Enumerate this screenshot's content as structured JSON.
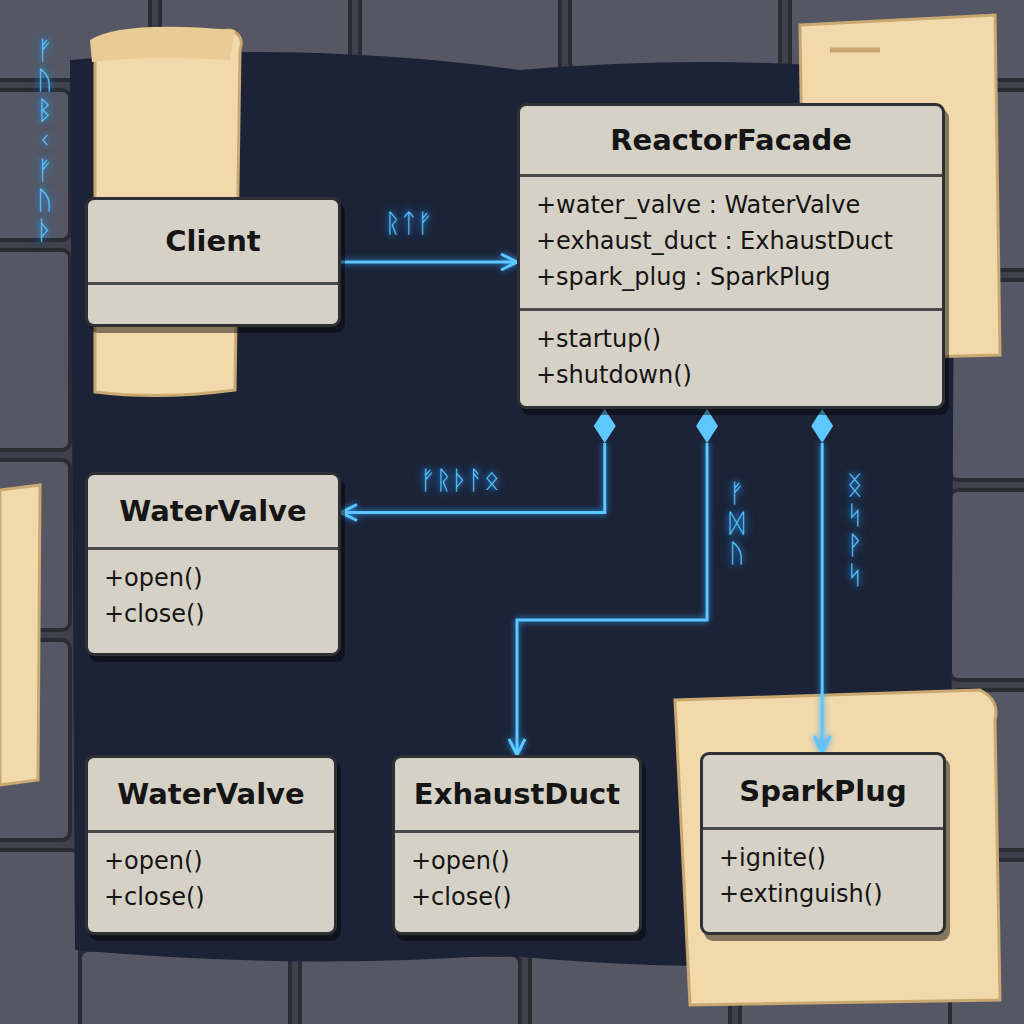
{
  "diagram": {
    "nodes": [
      {
        "text": [
          "Client"
        ]
      },
      {
        "text": [
          "ReactorFacade",
          "+water_valve : WaterValve",
          "+exhaust_duct : ExhaustDuct",
          "+spark_plug : SparkPlug",
          "+startup()",
          "+shutdown()"
        ]
      },
      {
        "text": [
          "WaterValve",
          "+open()",
          "+close()"
        ]
      },
      {
        "text": [
          "WaterValve",
          "+open()",
          "+close()"
        ]
      },
      {
        "text": [
          "ExhaustDuct",
          "+open()",
          "+close()"
        ]
      },
      {
        "text": [
          "SparkPlug",
          "+ignite()",
          "+extinguish()"
        ]
      }
    ],
    "edges": [
      {
        "from": 0,
        "to": 1,
        "label": "ᚱᛏᚠ",
        "arrow": "to"
      },
      {
        "from": 1,
        "to": 2,
        "label": "ᚠᚱᚦᚨᛟ",
        "arrow": "to"
      },
      {
        "from": 1,
        "to": 4,
        "label": "ᚠᛞᚢ",
        "arrow": "to"
      },
      {
        "from": 1,
        "to": 5,
        "label": "ᛝᛋᚹᛋ",
        "arrow": "to"
      }
    ],
    "labels": [
      "ᚠᚢᛒᚲᚠᚢᚦ"
    ]
  }
}
